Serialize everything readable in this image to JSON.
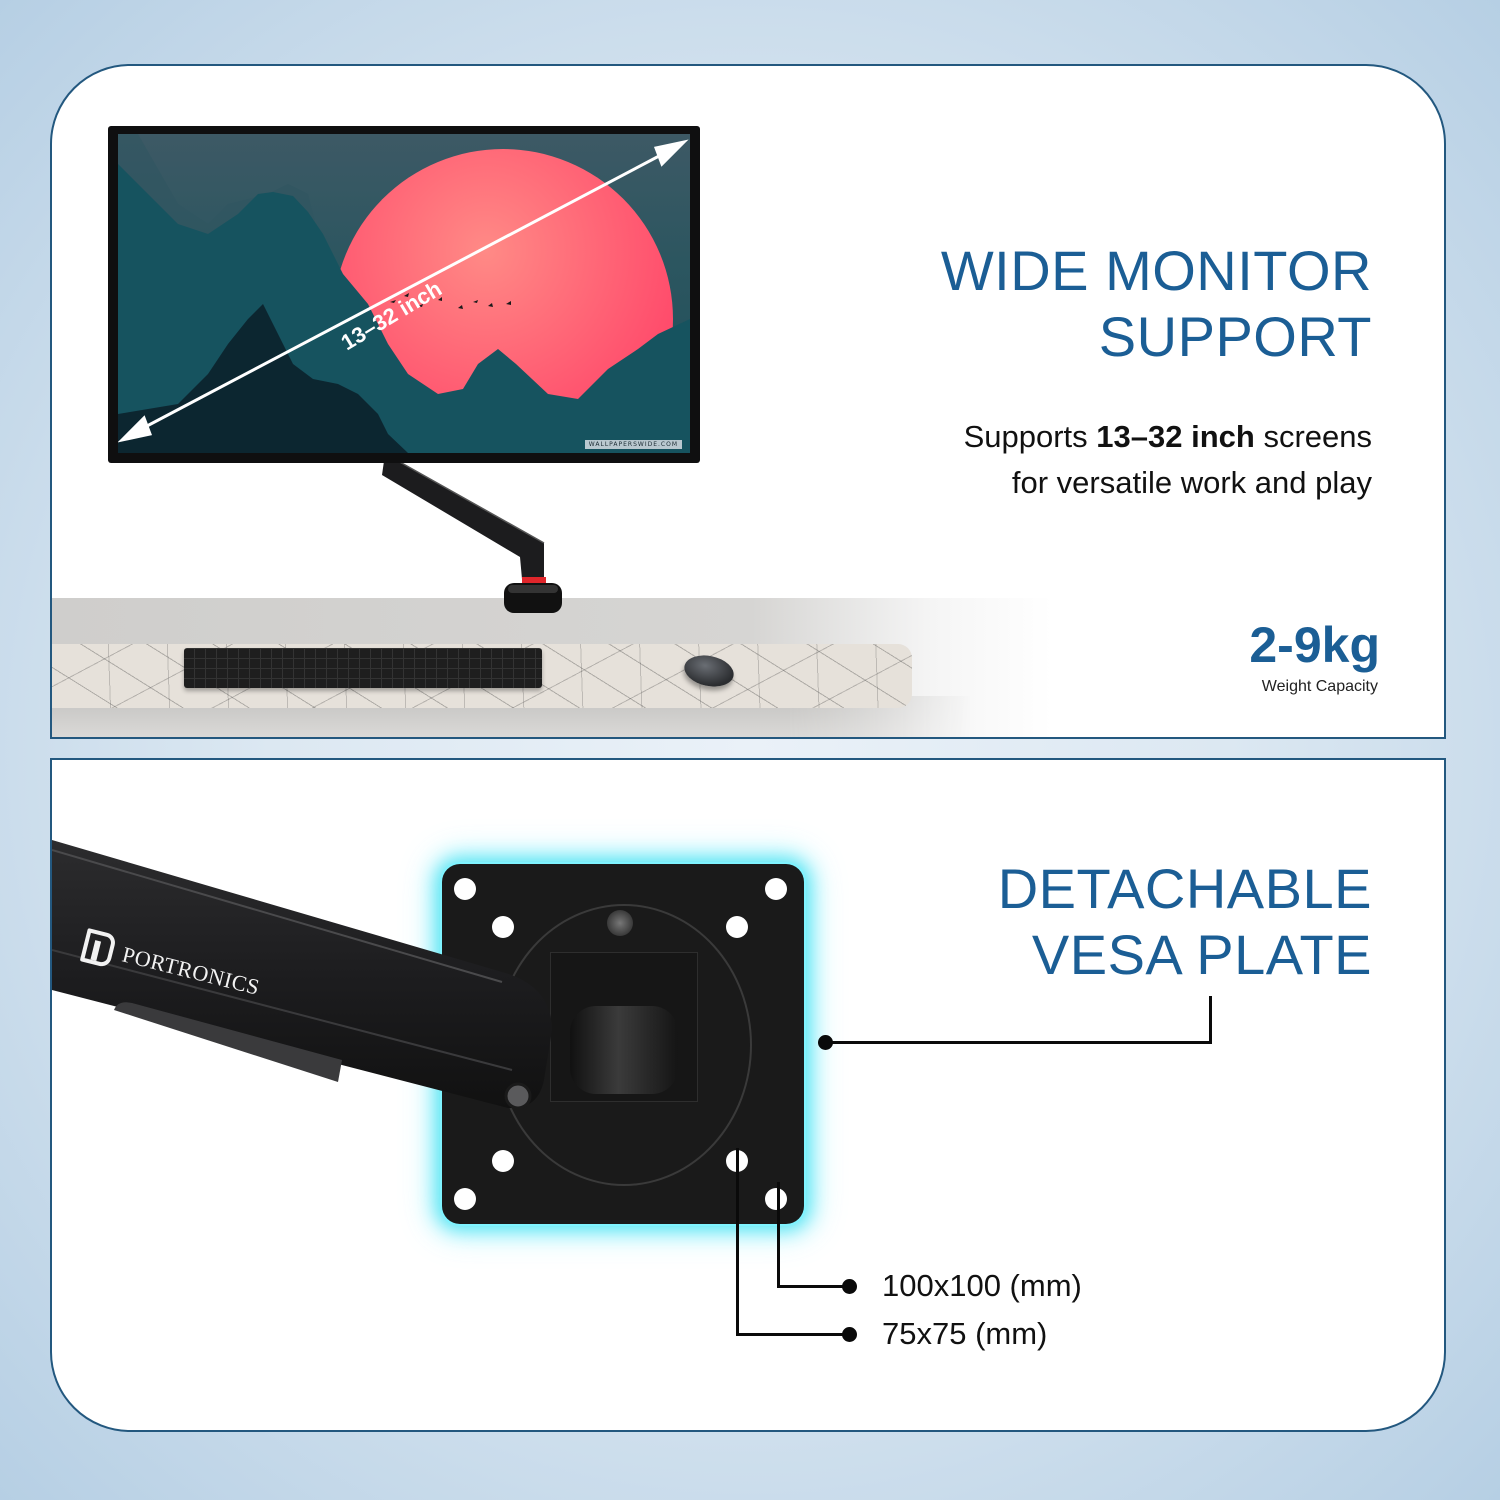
{
  "top_panel": {
    "title_line1": "WIDE MONITOR",
    "title_line2": "SUPPORT",
    "description": {
      "prefix": "Supports ",
      "bold": "13–32 inch",
      "suffix": " screens",
      "line2": "for versatile work and play"
    },
    "monitor_size_label": "13–32 inch",
    "screen_watermark": "WALLPAPERSWIDE.COM",
    "weight": {
      "value": "2-9kg",
      "label": "Weight Capacity"
    }
  },
  "bottom_panel": {
    "title_line1": "DETACHABLE",
    "title_line2": "VESA PLATE",
    "brand": "PORTRONICS",
    "vesa_specs": [
      {
        "label": "100x100 (mm)"
      },
      {
        "label": "75x75 (mm)"
      }
    ]
  },
  "colors": {
    "heading": "#1b5e95",
    "panel_border": "#23587f",
    "vesa_glow": "#40e0f0",
    "sun": "#ff5a6e",
    "arm_accent": "#e0262b"
  }
}
